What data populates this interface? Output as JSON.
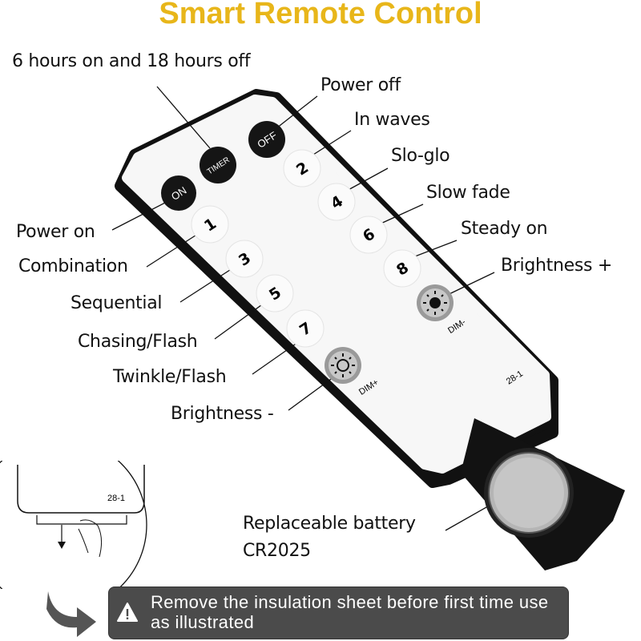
{
  "title": "Smart Remote Control",
  "labels": {
    "timer": "6 hours on and 18 hours off",
    "power_off": "Power off",
    "in_waves": "In waves",
    "slo_glo": "Slo-glo",
    "slow_fade": "Slow fade",
    "steady_on": "Steady on",
    "brightness_plus": "Brightness +",
    "power_on": "Power on",
    "combination": "Combination",
    "sequential": "Sequential",
    "chasing_flash": "Chasing/Flash",
    "twinkle_flash": "Twinkle/Flash",
    "brightness_minus": "Brightness -",
    "battery": "Replaceable battery",
    "battery_model": "CR2025"
  },
  "remote": {
    "on": "ON",
    "timer": "TIMER",
    "off": "OFF",
    "keys": [
      "1",
      "2",
      "3",
      "4",
      "5",
      "6",
      "7",
      "8"
    ],
    "dim_plus": "DIM+",
    "dim_minus": "DIM-",
    "model": "28-1"
  },
  "inset": {
    "model": "28-1"
  },
  "notice": "Remove the insulation sheet before first time use as illustrated",
  "colors": {
    "title": "#E8B61A",
    "banner": "#4b4b4b"
  }
}
